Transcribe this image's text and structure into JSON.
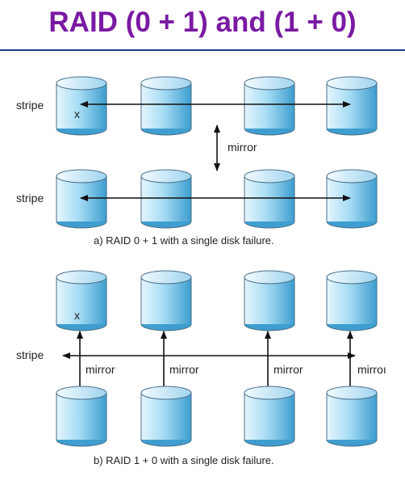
{
  "title": "RAID (0 + 1) and (1 + 0)",
  "labels": {
    "stripe": "stripe",
    "mirror": "mirror",
    "mirror_cut": "mirroı",
    "failure": "x"
  },
  "captions": {
    "a": "a) RAID 0 + 1 with a single disk failure.",
    "b": "b) RAID 1 + 0 with a single disk failure."
  },
  "colors": {
    "title": "#7a1aa3",
    "rule": "#1f3f86",
    "disk_light": "#d9f0fb",
    "disk_dark": "#49a9d6",
    "outline": "#4a6f8a"
  }
}
